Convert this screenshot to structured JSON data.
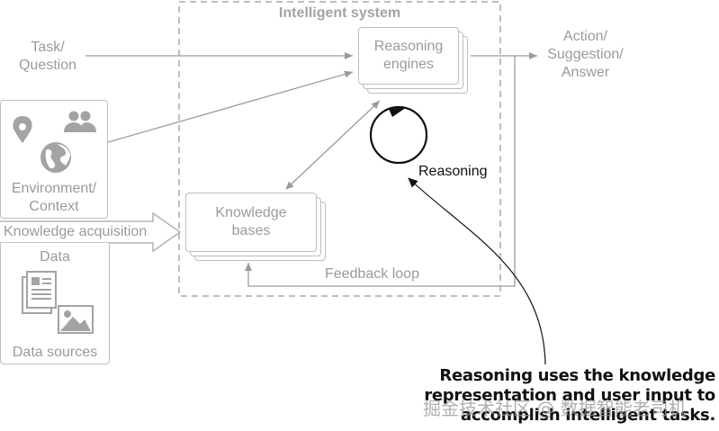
{
  "title": "Intelligent system",
  "inputs": {
    "task": "Task/\nQuestion"
  },
  "reasoning_engines": "Reasoning\nengines",
  "output": "Action/\nSuggestion/\nAnswer",
  "environment": "Environment/\nContext",
  "knowledge_acquisition": "Knowledge acquisition",
  "knowledge_bases": "Knowledge\nbases",
  "feedback_loop": "Feedback loop",
  "reasoning": "Reasoning",
  "data": {
    "title": "Data",
    "sources": "Data sources"
  },
  "callout": "Reasoning uses the knowledge representation and user input to accomplish intelligent tasks.",
  "watermark": "掘金技术社区 @ 数据智能老司机",
  "icons": [
    "location-pin-icon",
    "people-icon",
    "globe-icon",
    "document-icon",
    "image-icon"
  ],
  "colors": {
    "line": "#9a9a9a",
    "text": "#9a9a9a",
    "dark": "#111111"
  }
}
